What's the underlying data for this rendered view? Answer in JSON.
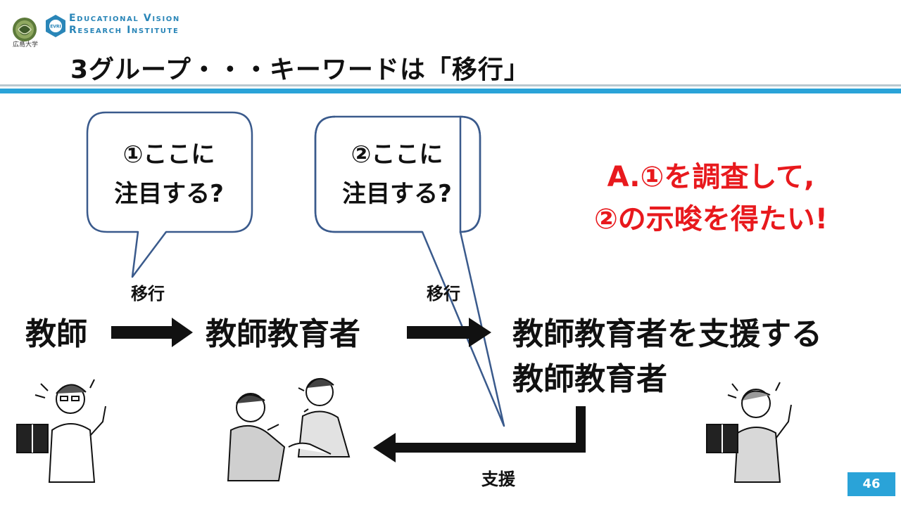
{
  "header": {
    "logo_line_1": "Educational Vision",
    "logo_line_2": "Research Institute",
    "university_text": "広島大学",
    "evri_badge": "EVRI"
  },
  "slide": {
    "title": "3グループ・・・キーワードは「移行」",
    "page_number": "46"
  },
  "bubbles": {
    "first": {
      "line1": "①ここに",
      "line2": "注目する?"
    },
    "second": {
      "line1": "②ここに",
      "line2": "注目する?"
    }
  },
  "answer": {
    "line1": "A.①を調査して,",
    "line2": "②の示唆を得たい!"
  },
  "flow": {
    "stage1": "教師",
    "stage2": "教師教育者",
    "stage3_line1": "教師教育者を支援する",
    "stage3_line2": "教師教育者",
    "transition1_label": "移行",
    "transition2_label": "移行",
    "support_label": "支援"
  },
  "colors": {
    "accent_blue": "#2aa3d8",
    "answer_red": "#e8191d",
    "bubble_outline": "#3a5a8c"
  },
  "icons": [
    "university-seal-icon",
    "evri-logo-icon",
    "teacher-with-book-icon",
    "two-people-handshake-icon",
    "senior-teacher-with-book-icon"
  ]
}
